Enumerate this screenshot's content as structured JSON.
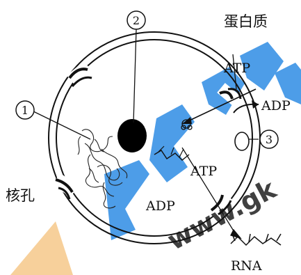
{
  "labels": {
    "marker_1": "①",
    "marker_2": "②",
    "marker_3": "③",
    "protein": "蛋白质",
    "atp_top": "ATP",
    "adp_top": "ADP",
    "atp_inner": "ATP",
    "adp_inner": "ADP",
    "nuclear_pore": "核孔",
    "rna": "RNA"
  },
  "watermark": {
    "text": "www.gk",
    "color": "#2f8de4"
  },
  "colors": {
    "ink": "#111111",
    "watermark_blue": "#2f8de4",
    "watermark_yellow": "#f6c88a"
  }
}
